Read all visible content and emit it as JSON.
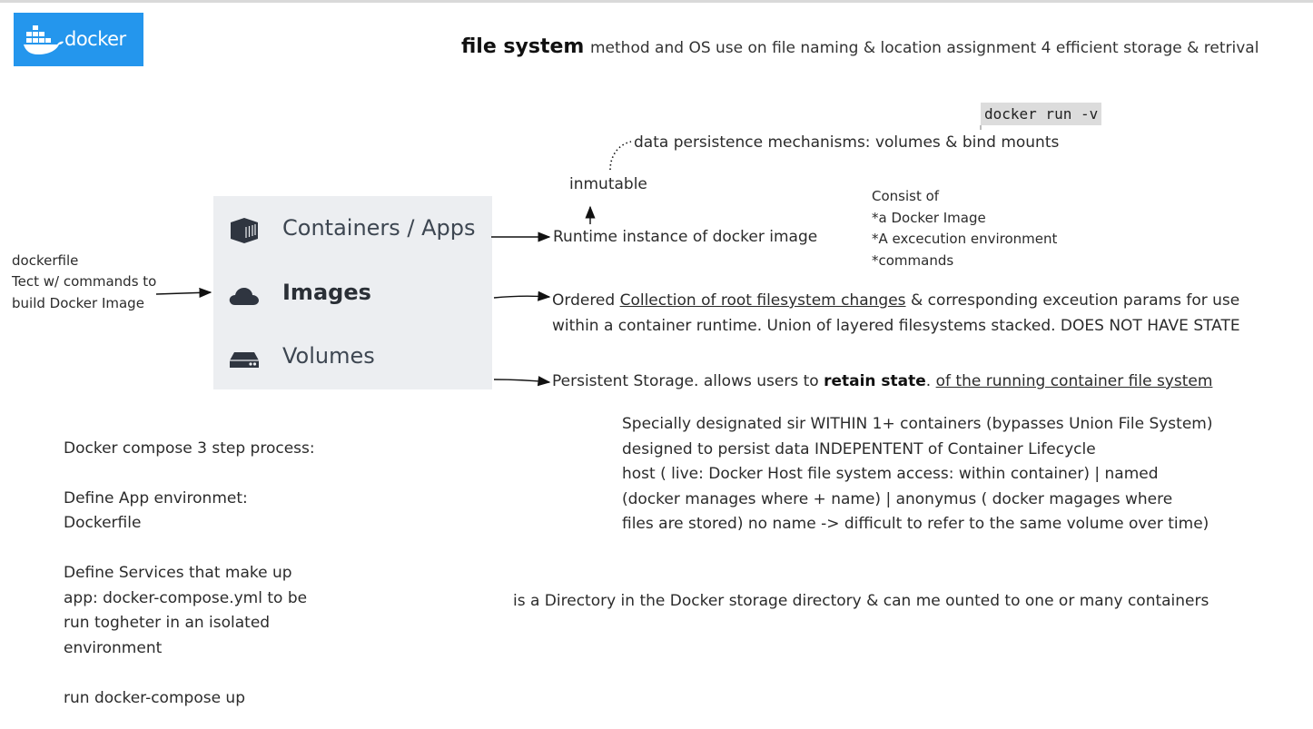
{
  "logo": {
    "text": "docker"
  },
  "header": {
    "title": "file system",
    "subtitle": "method and OS use on file naming & location assignment 4 efficient storage & retrival"
  },
  "code_snippet": "docker run -v",
  "persistence_note": "data persistence mechanisms: volumes & bind mounts",
  "inmutable_label": "inmutable",
  "container_consists": {
    "heading": "Consist of",
    "items": [
      "*a Docker Image",
      "*A  excecution environment",
      "*commands"
    ]
  },
  "dockerfile_note": {
    "line1": "dockerfile",
    "line2": "Tect w/ commands to",
    "line3": "build Docker Image"
  },
  "menu": {
    "items": [
      {
        "label": "Containers / Apps",
        "icon": "container-icon"
      },
      {
        "label": "Images",
        "icon": "cloud-icon"
      },
      {
        "label": "Volumes",
        "icon": "drive-icon"
      }
    ]
  },
  "descriptions": {
    "containers": "Runtime instance of docker image",
    "images": {
      "prefix": "Ordered ",
      "underlined": "Collection of root filesystem changes",
      "suffix": " & corresponding exceution params for use",
      "line2": "within a container runtime. Union of layered filesystems stacked. DOES NOT HAVE STATE"
    },
    "volumes": {
      "prefix": "Persistent Storage. allows users to ",
      "bold": "retain state",
      "mid": ". ",
      "underlined": "of the running container file system"
    }
  },
  "volumes_detail": [
    "Specially designated sir WITHIN 1+ containers (bypasses Union File System)",
    "designed to persist data INDEPENTENT of Container Lifecycle",
    "host ( live: Docker Host file system access: within container) | named",
    "(docker manages where + name) | anonymus ( docker magages where",
    "files are stored) no name -> difficult to refer to the same volume over time)"
  ],
  "directory_note": "is a Directory in the Docker storage directory & can me ounted to one or many containers",
  "compose": {
    "heading": "Docker compose 3 step process:",
    "step1_line1": "Define App environmet:",
    "step1_line2": "Dockerfile",
    "step2_line1": "Define Services that make up",
    "step2_line2": "app: docker-compose.yml to be",
    "step2_line3": "run togheter in an isolated",
    "step2_line4": "environment",
    "step3": "run docker-compose up"
  },
  "colors": {
    "docker_blue": "#2496ed",
    "panel_bg": "#eceef1",
    "icon_dark": "#2f3540"
  }
}
